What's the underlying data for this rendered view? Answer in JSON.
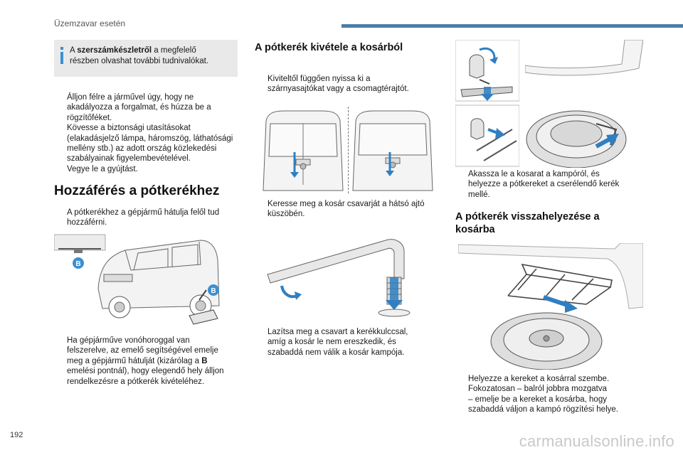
{
  "header": {
    "title": "Üzemzavar esetén",
    "bar_color": "#4a7ea8"
  },
  "page_number": "192",
  "watermark": "carmanualsonline.info",
  "info_box": {
    "prefix": "A ",
    "bold": "szerszámkészletről",
    "rest_line1": " a megfelelő",
    "line2": "részben olvashat további tudnivalókat."
  },
  "col1": {
    "bullets_top": [
      {
        "lines": [
          "Álljon félre a járművel úgy, hogy ne",
          "akadályozza a forgalmat, és húzza be a",
          "rögzítőféket."
        ]
      },
      {
        "lines": [
          "Kövesse a biztonsági utasításokat",
          "(elakadásjelző lámpa, háromszög, láthatósági",
          "mellény stb.) az adott ország közlekedési",
          "szabályainak figyelembevételével."
        ]
      },
      {
        "lines": [
          "Vegye le a gyújtást."
        ]
      }
    ],
    "heading": "Hozzáférés a pótkerékhez",
    "bullet_access": {
      "lines": [
        "A pótkerékhez a gépjármű hátulja felől tud",
        "hozzáférni."
      ]
    },
    "label_b_small": "B",
    "label_b_car": "B",
    "bullet_jack": {
      "lines": [
        "Ha gépjárműve vonóhoroggal van",
        "felszerelve, az emelő segítségével emelje",
        "meg a gépjármű hátulját (kizárólag a "
      ],
      "bold_b": "B",
      "lines_after": [
        "emelési pontnál), hogy elegendő hely álljon",
        "rendelkezésre a pótkerék kivételéhez."
      ]
    }
  },
  "col2": {
    "heading": "A pótkerék kivétele a kosárból",
    "bullet_doors": {
      "lines": [
        "Kiviteltől függően nyissa ki a",
        "szárnyasajtókat vagy a csomagtérajtót."
      ]
    },
    "bullet_nut": {
      "lines": [
        "Keresse meg a kosár csavarját a hátsó ajtó",
        "küszöbén."
      ]
    },
    "bullet_loosen": {
      "lines": [
        "Lazítsa meg a csavart a kerékkulccsal,",
        "amíg a kosár le nem ereszkedik, és",
        "szabaddá nem válik a kosár kampója."
      ]
    }
  },
  "col3": {
    "bullet_unhook": {
      "lines": [
        "Akassza le a kosarat a kampóról, és",
        "helyezze a pótkereket a cserélendő kerék",
        "mellé."
      ]
    },
    "heading_lines": [
      "A pótkerék visszahelyezése a",
      "kosárba"
    ],
    "bullets_bottom": [
      {
        "lines": [
          "Helyezze a kereket a kosárral szembe."
        ]
      },
      {
        "lines": [
          "Fokozatosan – balról jobbra mozgatva",
          "– emelje be a kereket a kosárba, hogy",
          "szabaddá váljon a kampó rögzítési helye."
        ]
      }
    ]
  },
  "bullet_mark": "",
  "colors": {
    "arrow": "#2f7fc1",
    "label_b": "#3d8fd0",
    "info_bg": "#e9e9e9"
  }
}
